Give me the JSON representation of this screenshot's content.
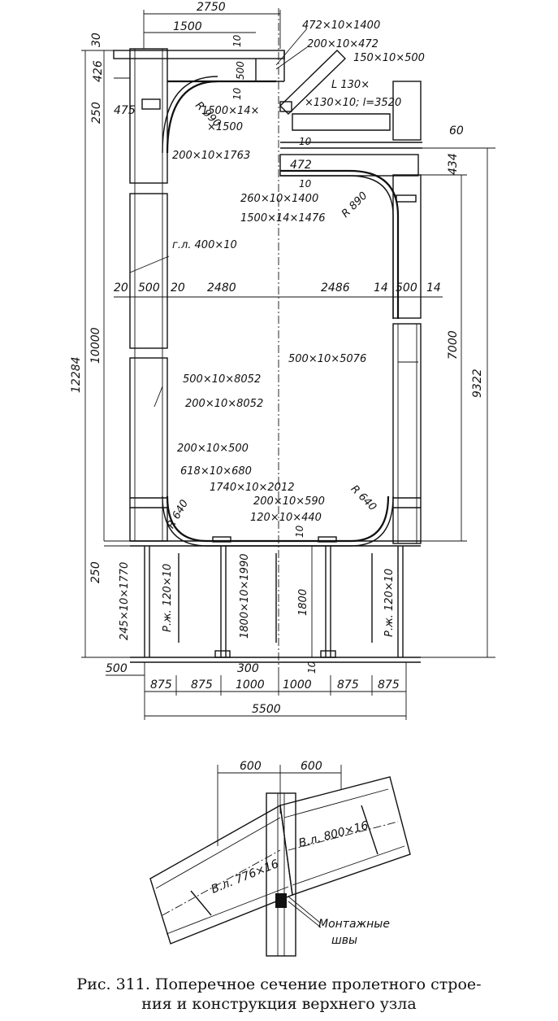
{
  "caption": {
    "line1": "Рис. 311. Поперечное сечение пролетного строе-",
    "line2": "ния и конструкция верхнего узла"
  },
  "section": {
    "dims_top": [
      "2750",
      "1500"
    ],
    "dims_left": [
      "30",
      "426",
      "250",
      "475"
    ],
    "dims_vertical_left": [
      "12284",
      "10000",
      "250"
    ],
    "dims_vertical_right": [
      "60",
      "434",
      "7000",
      "9322"
    ],
    "dims_mid": [
      "20",
      "500",
      "20",
      "2480",
      "2486",
      "14",
      "500",
      "14"
    ],
    "dims_bottom": [
      "500",
      "300",
      "875",
      "875",
      "1000",
      "1000",
      "875",
      "875",
      "5500",
      "10"
    ],
    "small_dims": [
      "10",
      "500",
      "10",
      "10",
      "472",
      "10",
      "10"
    ],
    "labels": {
      "l1": "472×10×1400",
      "l2": "200×10×472",
      "l3": "150×10×500",
      "l4": "L 130×",
      "l5": "×130×10; l=3520",
      "l6": "1500×14×",
      "l7": "×1500",
      "l8": "R 990",
      "l9": "200×10×1763",
      "l10": "260×10×1400",
      "l11": "1500×14×1476",
      "l12": "R 890",
      "l13": "г.л. 400×10",
      "l14": "500×10×5076",
      "l15": "500×10×8052",
      "l16": "200×10×8052",
      "l17": "200×10×500",
      "l18": "618×10×680",
      "l19": "1740×10×2012",
      "l20": "200×10×590",
      "l21": "120×10×440",
      "l22": "R 640",
      "l23": "R 640",
      "l24": "245×10×1770",
      "l25": "Р.ж. 120×10",
      "l26": "1800×10×1990",
      "l27": "1800",
      "l28": "Р.ж. 120×10"
    }
  },
  "node": {
    "dims": [
      "600",
      "600"
    ],
    "label_left": "В.л. 776×16",
    "label_right": "В.л. 800×16",
    "welds": "Монтажные",
    "welds2": "швы"
  }
}
